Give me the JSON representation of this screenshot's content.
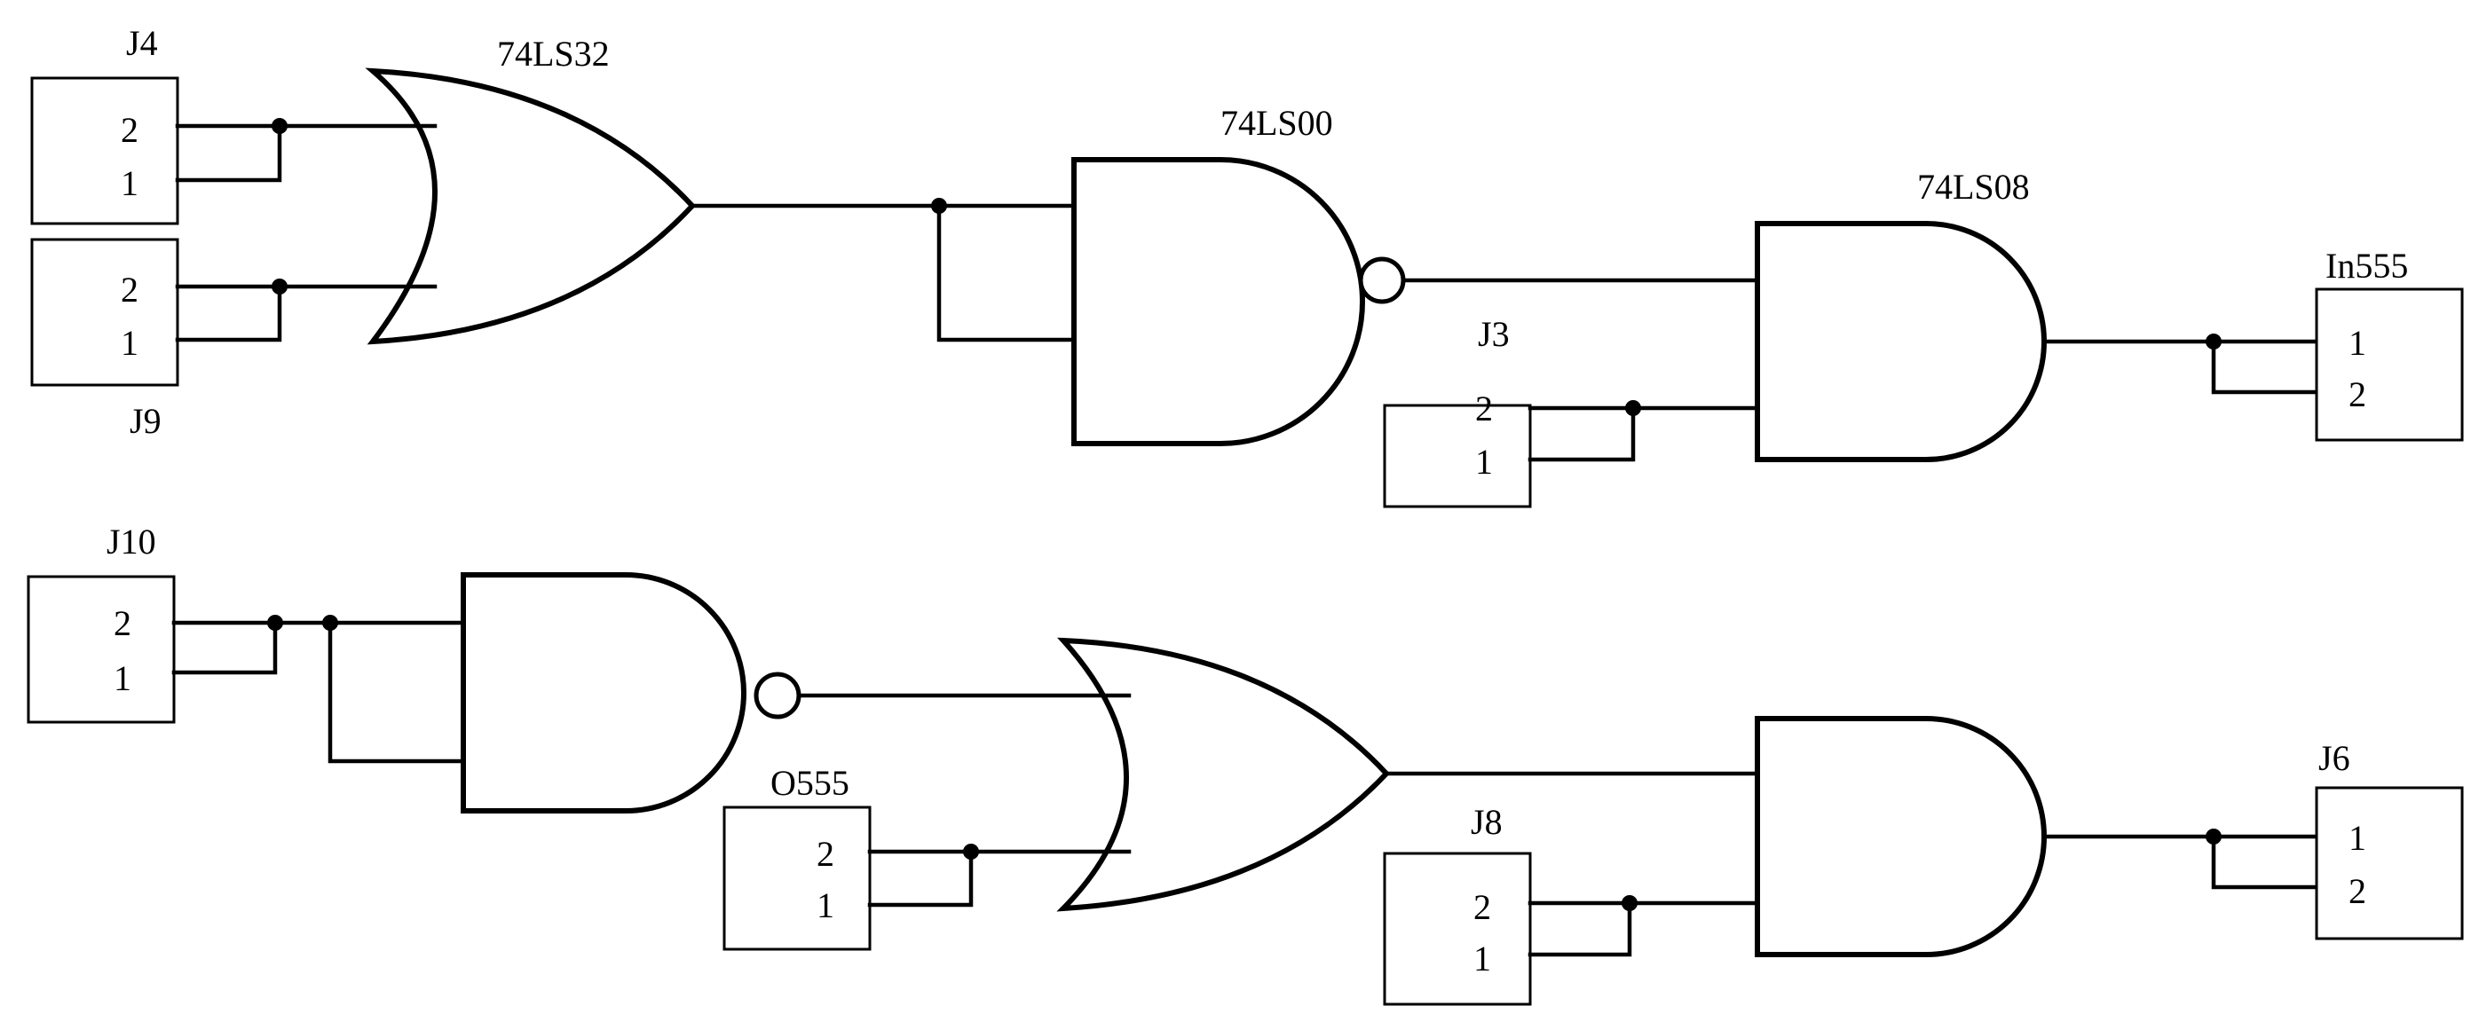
{
  "gates": {
    "or1": "74LS32",
    "nand1": "74LS00",
    "and1": "74LS08"
  },
  "connectors": {
    "j4": {
      "label": "J4",
      "pin_top": "2",
      "pin_bottom": "1"
    },
    "j9": {
      "label": "J9",
      "pin_top": "2",
      "pin_bottom": "1"
    },
    "j3": {
      "label": "J3",
      "pin_top": "2",
      "pin_bottom": "1"
    },
    "in555": {
      "label": "In555",
      "pin_top": "1",
      "pin_bottom": "2"
    },
    "j10": {
      "label": "J10",
      "pin_top": "2",
      "pin_bottom": "1"
    },
    "o555": {
      "label": "O555",
      "pin_top": "2",
      "pin_bottom": "1"
    },
    "j8": {
      "label": "J8",
      "pin_top": "2",
      "pin_bottom": "1"
    },
    "j6": {
      "label": "J6",
      "pin_top": "1",
      "pin_bottom": "2"
    }
  }
}
